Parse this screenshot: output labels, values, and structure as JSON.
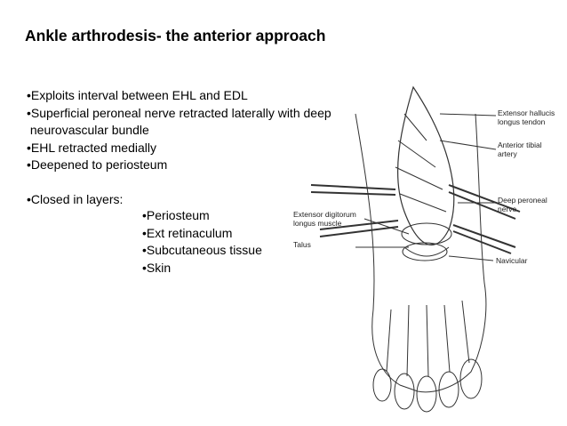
{
  "slide": {
    "title": "Ankle arthrodesis- the anterior approach",
    "bullets": [
      "•Exploits interval between EHL and EDL",
      "•Superficial peroneal nerve retracted laterally with deep",
      " neurovascular bundle",
      "•EHL retracted medially",
      "•Deepened to periosteum"
    ],
    "closed_heading": "•Closed in layers:",
    "closed_items": [
      "•Periosteum",
      "•Ext retinaculum",
      "•Subcutaneous tissue",
      "•Skin"
    ]
  },
  "figure": {
    "labels": {
      "ehl_1": "Extensor hallucis",
      "ehl_2": "longus tendon",
      "ata_1": "Anterior tibial",
      "ata_2": "artery",
      "dpn_1": "Deep peroneal",
      "dpn_2": "nerve",
      "edl_1": "Extensor digitorum",
      "edl_2": "longus muscle",
      "talus": "Talus",
      "navicular": "Navicular"
    }
  }
}
